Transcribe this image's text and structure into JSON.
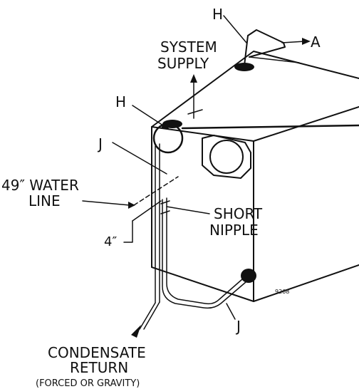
{
  "labels": {
    "h_top": "H",
    "a": "A",
    "system_supply_1": "SYSTEM",
    "system_supply_2": "SUPPLY",
    "h_left": "H",
    "j_top": "J",
    "water_line_1": "49″ WATER",
    "water_line_2": "LINE",
    "short_nipple_1": "SHORT",
    "short_nipple_2": "NIPPLE",
    "four_inch": "4″",
    "j_bottom": "J",
    "fig_number": "9268",
    "condensate_1": "CONDENSATE",
    "condensate_2": "RETURN",
    "condensate_3": "(FORCED OR GRAVITY)"
  }
}
